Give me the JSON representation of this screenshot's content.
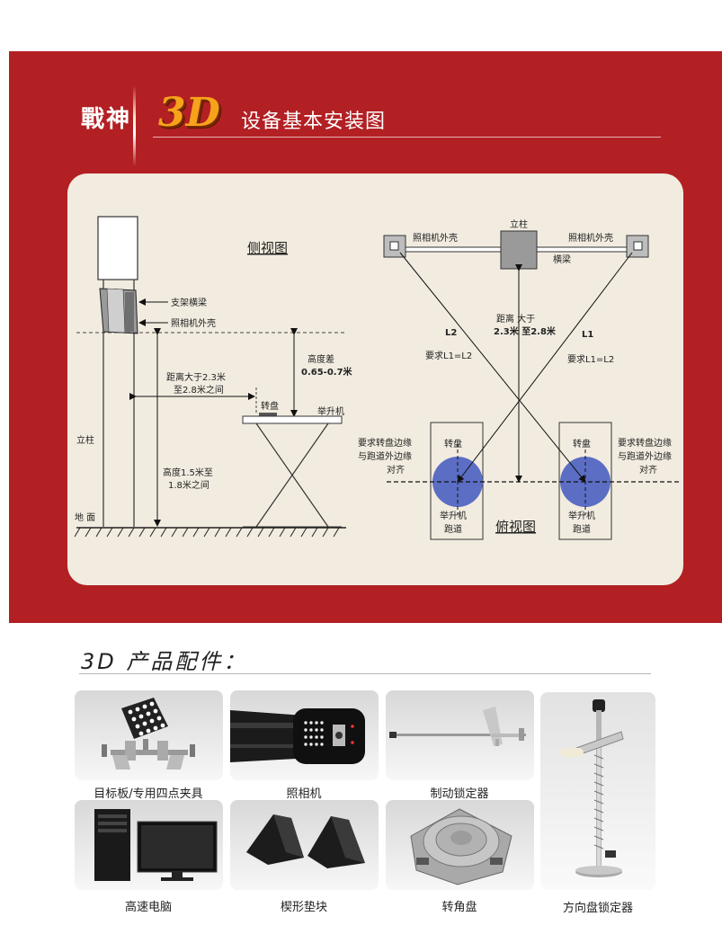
{
  "header": {
    "brand": "戰神",
    "brand_3d": "3D",
    "title": "设备基本安装图"
  },
  "diagram": {
    "side_view": {
      "title": "侧视图",
      "crossbeam": "支架横梁",
      "camera_housing": "照相机外壳",
      "distance": "距离大于2.3米",
      "distance_2": "至2.8米之间",
      "height_diff": "高度差",
      "height_diff_value": "0.65-0.7米",
      "turntable": "转盘",
      "lift": "举升机",
      "pillar": "立柱",
      "height": "高度1.5米至",
      "height_2": "1.8米之间",
      "ground": "地  面"
    },
    "top_view": {
      "title": "俯视图",
      "pillar": "立柱",
      "camera_left": "照相机外壳",
      "camera_right": "照相机外壳",
      "crossbeam": "横梁",
      "distance": "距离  大于",
      "distance_2": "2.3米  至2.8米",
      "l2": "L2",
      "l1": "L1",
      "req_left": "要求L1=L2",
      "req_right": "要求L1=L2",
      "align_left_1": "要求转盘边缘",
      "align_left_2": "与跑道外边缘",
      "align_left_3": "对齐",
      "align_right_1": "要求转盘边缘",
      "align_right_2": "与跑道外边缘",
      "align_right_3": "对齐",
      "turntable_left": "转盘",
      "turntable_right": "转盘",
      "lift_left": "举升机",
      "lift_right": "举升机",
      "track_left": "跑道",
      "track_right": "跑道"
    }
  },
  "accessories": {
    "title": "3D 产品配件：",
    "items": [
      {
        "label": "目标板/专用四点夹具"
      },
      {
        "label": "照相机"
      },
      {
        "label": "制动锁定器"
      },
      {
        "label": "方向盘锁定器"
      },
      {
        "label": "高速电脑"
      },
      {
        "label": "楔形垫块"
      },
      {
        "label": "转角盘"
      }
    ]
  },
  "colors": {
    "band": "#b22024",
    "panel": "#f2ece0",
    "turntable": "#5b6ec4",
    "accent_3d": "#f7a21b"
  }
}
